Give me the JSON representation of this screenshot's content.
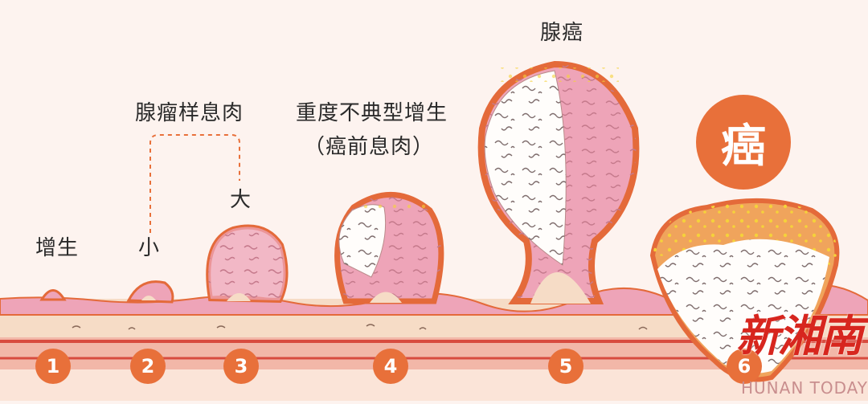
{
  "labels": {
    "hyperplasia": "增生",
    "adenoma": "腺瘤样息肉",
    "small": "小",
    "large": "大",
    "dysplasia": "重度不典型增生",
    "precancer": "（癌前息肉）",
    "adenocarcinoma": "腺癌",
    "cancer": "癌"
  },
  "steps": [
    "1",
    "2",
    "3",
    "4",
    "5",
    "6"
  ],
  "watermark": {
    "cn": "新湘南",
    "en": "HUNAN TODAY"
  },
  "colors": {
    "background": "#fdf3ef",
    "accent": "#e8703a",
    "mucosa": "#eea4b8",
    "submucosa": "#f6dcc6",
    "muscle": "#d84b3f",
    "tumor_white": "#fffdfb",
    "watermark": "#d7261e"
  }
}
